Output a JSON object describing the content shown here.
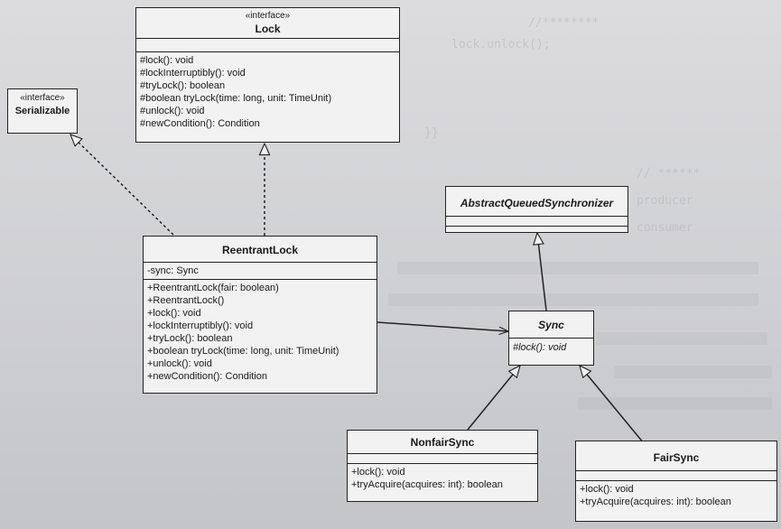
{
  "classes": {
    "lock": {
      "stereotype": "«interface»",
      "name": "Lock",
      "attributes": [],
      "methods": [
        "#lock(): void",
        "#lockInterruptibly(): void",
        "#tryLock(): boolean",
        "#boolean tryLock(time: long, unit: TimeUnit)",
        "#unlock(): void",
        "#newCondition(): Condition"
      ]
    },
    "serializable": {
      "stereotype": "«interface»",
      "name": "Serializable"
    },
    "aqs": {
      "name": "AbstractQueuedSynchronizer"
    },
    "reentrantlock": {
      "name": "ReentrantLock",
      "attributes": [
        "-sync: Sync"
      ],
      "methods": [
        "+ReentrantLock(fair: boolean)",
        "+ReentrantLock()",
        "+lock(): void",
        "+lockInterruptibly(): void",
        "+tryLock(): boolean",
        "+boolean tryLock(time: long, unit: TimeUnit)",
        "+unlock(): void",
        "+newCondition(): Condition"
      ]
    },
    "sync": {
      "name": "Sync",
      "methods": [
        "#lock(): void"
      ]
    },
    "nonfairsync": {
      "name": "NonfairSync",
      "methods": [
        "+lock(): void",
        "+tryAcquire(acquires: int): boolean"
      ]
    },
    "fairsync": {
      "name": "FairSync",
      "methods": [
        "+lock(): void",
        "+tryAcquire(acquires: int): boolean"
      ]
    }
  },
  "relationships": [
    {
      "from": "ReentrantLock",
      "to": "Lock",
      "kind": "realization"
    },
    {
      "from": "ReentrantLock",
      "to": "Serializable",
      "kind": "realization"
    },
    {
      "from": "ReentrantLock",
      "to": "Sync",
      "kind": "association"
    },
    {
      "from": "Sync",
      "to": "AbstractQueuedSynchronizer",
      "kind": "generalization"
    },
    {
      "from": "NonfairSync",
      "to": "Sync",
      "kind": "generalization"
    },
    {
      "from": "FairSync",
      "to": "Sync",
      "kind": "generalization"
    }
  ],
  "colors": {
    "background": "#d3d4d7",
    "box_fill": "#f2f2f2",
    "line": "#222222"
  }
}
